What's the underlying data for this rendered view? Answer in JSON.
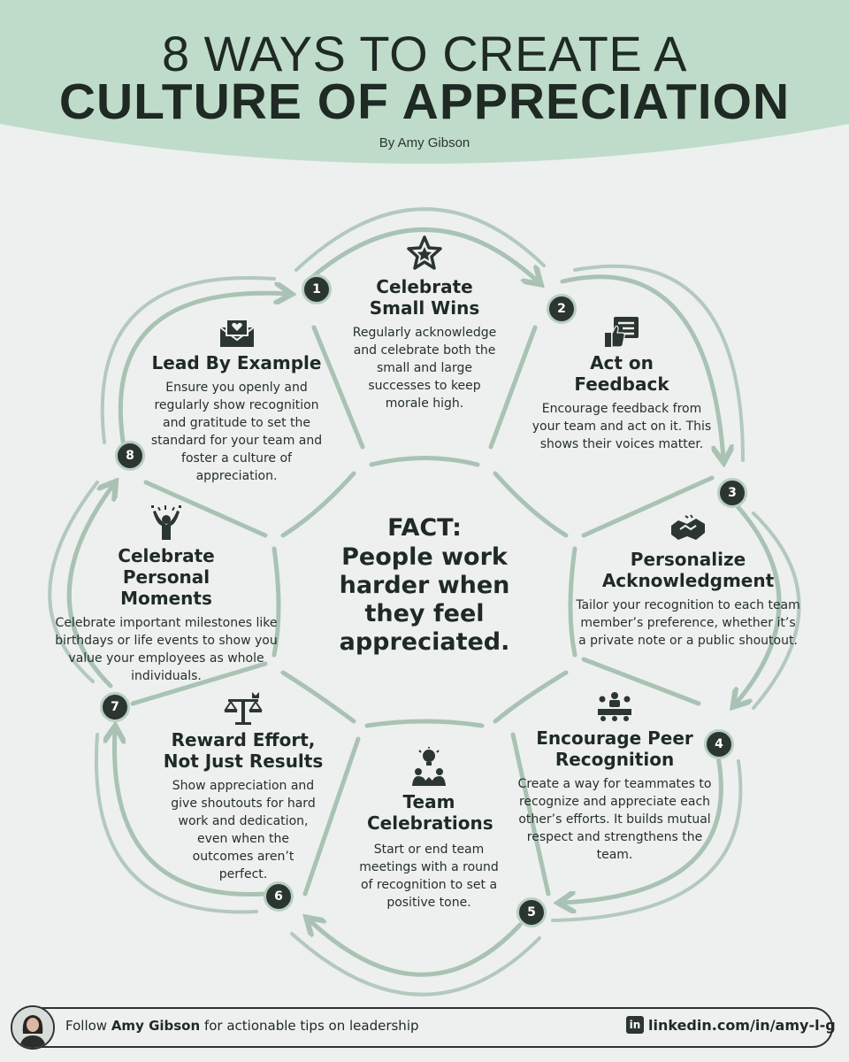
{
  "header": {
    "title_line1": "8 WAYS TO CREATE A",
    "title_line2": "CULTURE OF APPRECIATION",
    "byline": "By Amy Gibson"
  },
  "colors": {
    "background": "#edf0ee",
    "header_band": "#bfdccb",
    "arrows": "#a9c2b4",
    "dark": "#2c3631"
  },
  "center": {
    "label": "FACT:",
    "text": "People work harder when they feel appreciated."
  },
  "steps": [
    {
      "number": "1",
      "title": "Celebrate Small Wins",
      "text": "Regularly acknowledge and celebrate both the small and large successes to keep morale high.",
      "icon": "star-badge-icon"
    },
    {
      "number": "2",
      "title": "Act on Feedback",
      "text": "Encourage feedback from your team and act on it. This shows their voices matter.",
      "icon": "feedback-thumbs-up-icon"
    },
    {
      "number": "3",
      "title": "Personalize Acknowledgment",
      "text": "Tailor your recognition to each team member’s preference, whether it’s a private note or a public shoutout.",
      "icon": "handshake-icon"
    },
    {
      "number": "4",
      "title": "Encourage Peer Recognition",
      "text": "Create a way for teammates to recognize and appreciate each other’s efforts. It builds mutual respect and strengthens the team.",
      "icon": "peer-group-icon"
    },
    {
      "number": "5",
      "title": "Team Celebrations",
      "text": "Start or end team meetings with a round of recognition to set a positive tone.",
      "icon": "team-idea-icon"
    },
    {
      "number": "6",
      "title": "Reward Effort, Not Just Results",
      "text": "Show appreciation and give shoutouts for hard work and dedication, even when the outcomes aren’t perfect.",
      "icon": "balance-scale-icon"
    },
    {
      "number": "7",
      "title": "Celebrate Personal Moments",
      "text": "Celebrate important milestones like birthdays or life events to show you value your employees as whole individuals.",
      "icon": "celebrating-person-icon"
    },
    {
      "number": "8",
      "title": "Lead By Example",
      "text": "Ensure you openly and regularly show recognition and gratitude to set the standard for your team and foster a culture of appreciation.",
      "icon": "envelope-heart-icon"
    }
  ],
  "footer": {
    "prefix": "Follow ",
    "name": "Amy Gibson",
    "suffix": " for actionable tips on leadership",
    "link_icon": "in",
    "link": "linkedin.com/in/amy-l-g"
  }
}
